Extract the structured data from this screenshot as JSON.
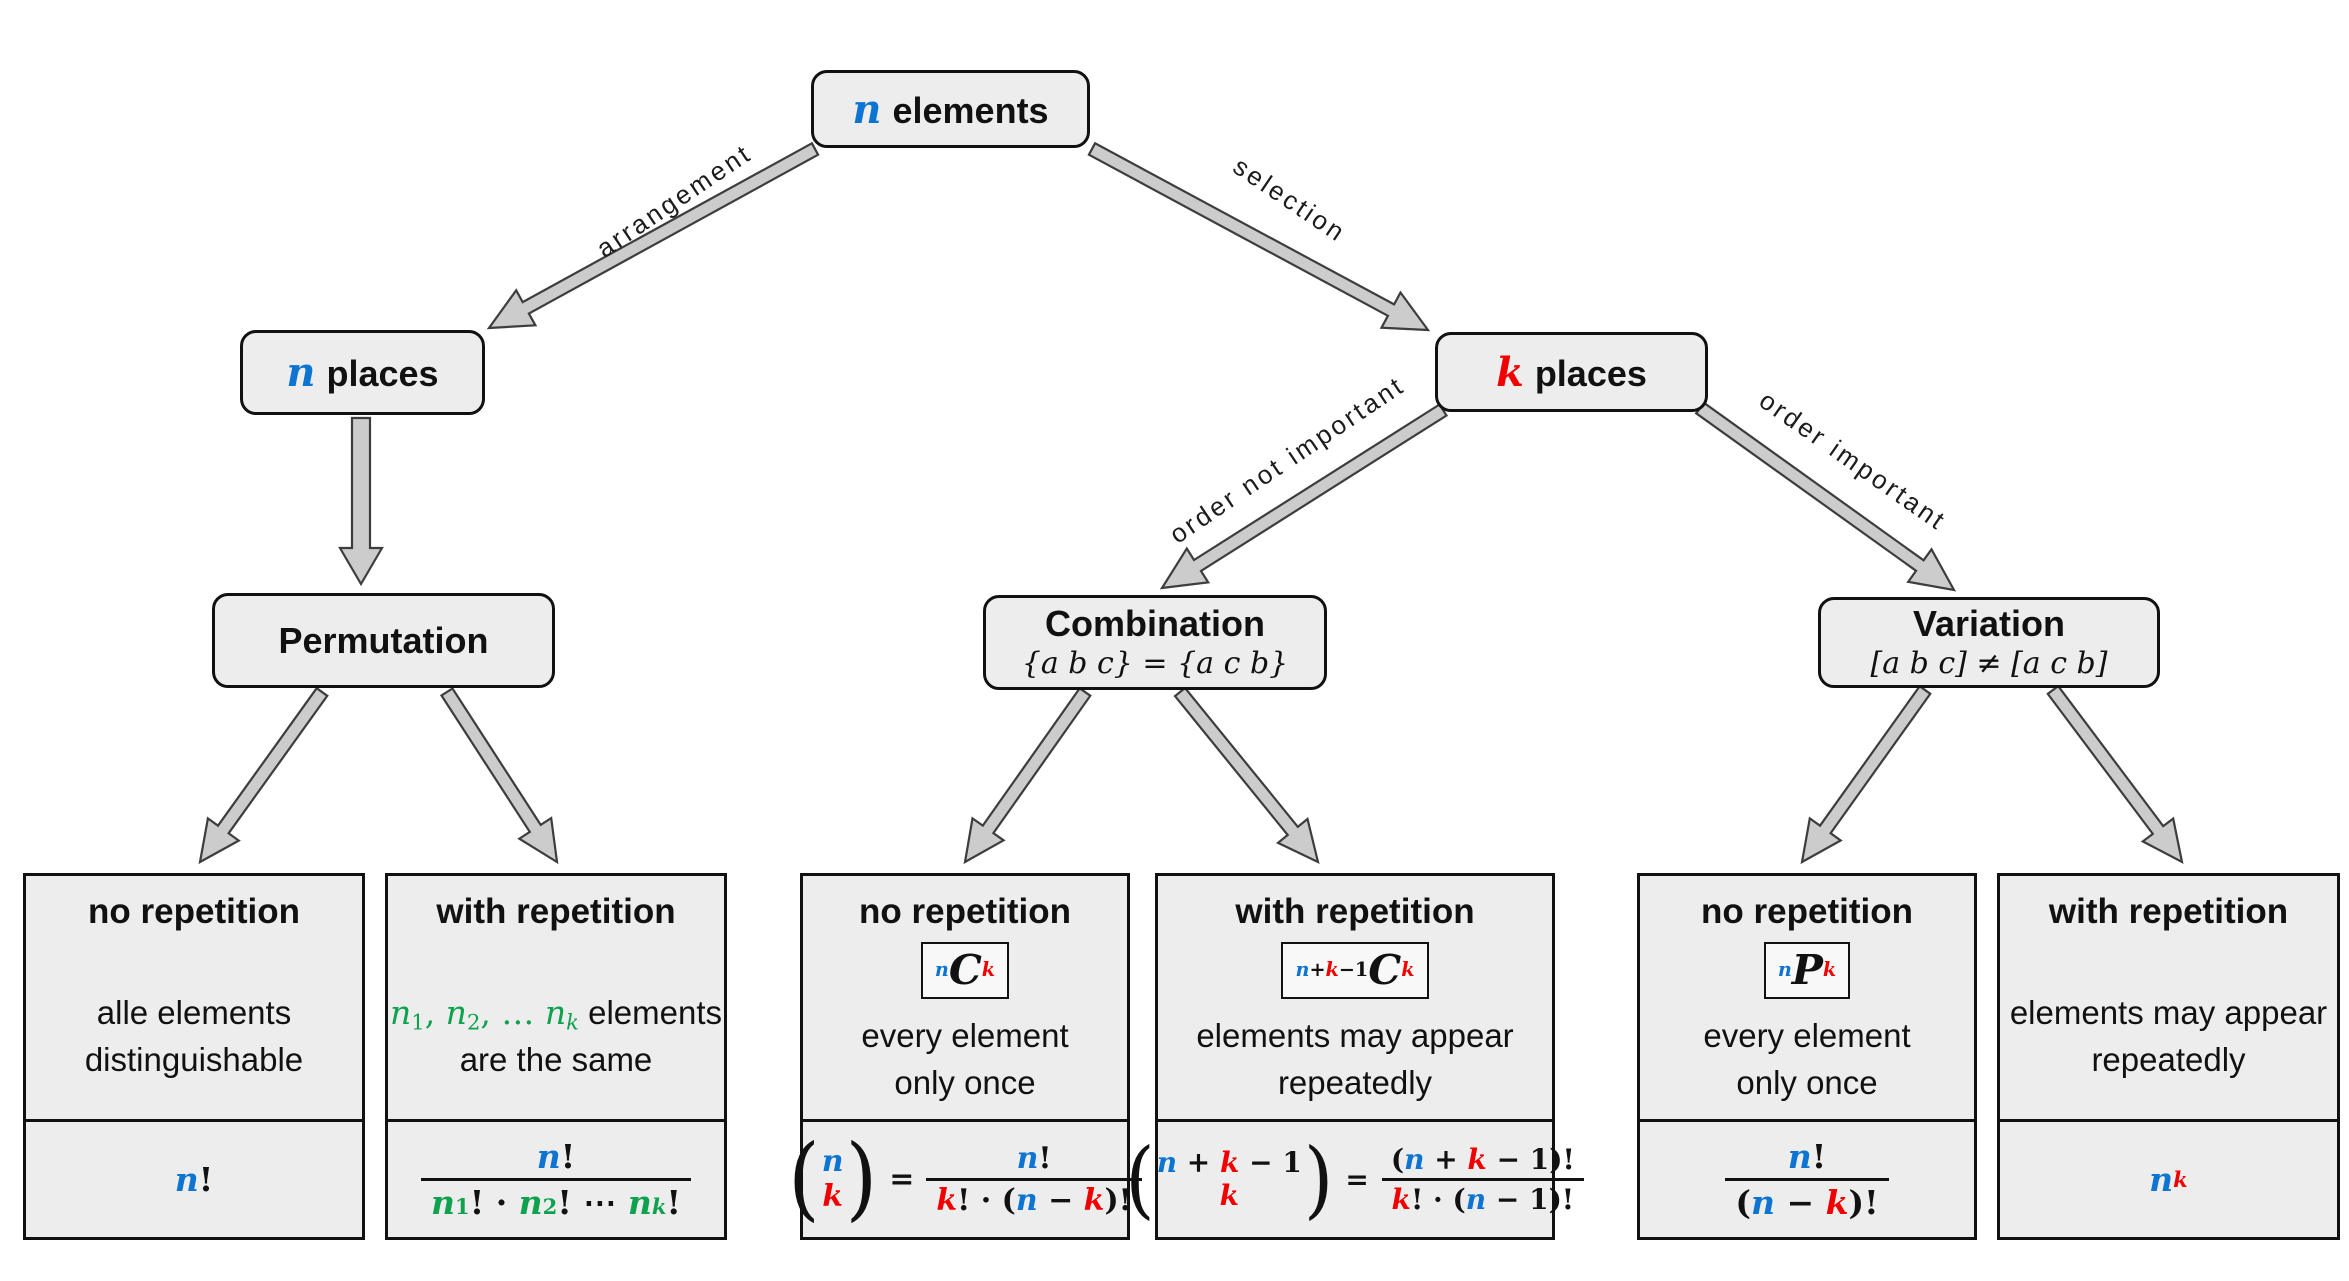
{
  "palette": {
    "blue": "#0d74d1",
    "red": "#f20000",
    "green": "#0ea24f",
    "node_fill": "#ededed",
    "node_border": "#111111",
    "arrow_fill": "#cccccc",
    "arrow_stroke": "#3d3d3d",
    "text": "#111111"
  },
  "nodes": {
    "root": {
      "var": "n",
      "label": "elements"
    },
    "places_n": {
      "var": "n",
      "label": "places"
    },
    "places_k": {
      "var": "k",
      "label": "places"
    },
    "permutation": {
      "title": "Permutation"
    },
    "combination": {
      "title": "Combination",
      "subtitle": "{a b c} = {a c b}"
    },
    "variation": {
      "title": "Variation",
      "subtitle": "[a b c] ≠ [a c b]"
    }
  },
  "edges": {
    "arrangement": "arrangement",
    "selection": "selection",
    "order_not_important": "order not important",
    "order_important": "order important"
  },
  "cards": [
    {
      "title": "no repetition",
      "body": [
        [
          {
            "t": "alle elements",
            "f": "sans"
          }
        ],
        [
          {
            "t": "distinguishable",
            "f": "sans"
          }
        ]
      ],
      "formula": [
        {
          "k": "t",
          "t": "n",
          "c": "blue"
        },
        {
          "k": "t",
          "t": "!",
          "up": true
        }
      ]
    },
    {
      "title": "with repetition",
      "body": [
        [
          {
            "t": "n",
            "c": "green"
          },
          {
            "t": "1",
            "c": "green",
            "sub": true,
            "up": true
          },
          {
            "t": ", ",
            "c": "green",
            "up": true
          },
          {
            "t": "n",
            "c": "green"
          },
          {
            "t": "2",
            "c": "green",
            "sub": true,
            "up": true
          },
          {
            "t": ", … ",
            "c": "green",
            "up": true
          },
          {
            "t": "n",
            "c": "green"
          },
          {
            "t": "k",
            "c": "green",
            "sub": true
          },
          {
            "t": " elements",
            "f": "sans"
          }
        ],
        [
          {
            "t": "are the same",
            "f": "sans"
          }
        ]
      ],
      "formula": [
        {
          "k": "frac",
          "num": [
            {
              "t": "n",
              "c": "blue"
            },
            {
              "t": "!",
              "up": true
            }
          ],
          "den": [
            {
              "t": "n",
              "c": "green"
            },
            {
              "t": "1",
              "c": "green",
              "sub": true,
              "up": true
            },
            {
              "t": "!",
              "up": true
            },
            {
              "t": " · ",
              "up": true
            },
            {
              "t": "n",
              "c": "green"
            },
            {
              "t": "2",
              "c": "green",
              "sub": true,
              "up": true
            },
            {
              "t": "!",
              "up": true
            },
            {
              "t": " ⋯ ",
              "up": true
            },
            {
              "t": "n",
              "c": "green"
            },
            {
              "t": "k",
              "c": "green",
              "sub": true
            },
            {
              "t": "!",
              "up": true
            }
          ]
        }
      ]
    },
    {
      "title": "no repetition",
      "badge": [
        {
          "t": "n",
          "c": "blue",
          "sub": true
        },
        {
          "t": "C",
          "big": true
        },
        {
          "t": "k",
          "c": "red",
          "sub": true
        }
      ],
      "body": [
        [
          {
            "t": "every element",
            "f": "sans"
          }
        ],
        [
          {
            "t": "only once",
            "f": "sans"
          }
        ]
      ],
      "formula": [
        {
          "k": "binom",
          "top": [
            {
              "t": "n",
              "c": "blue"
            }
          ],
          "bot": [
            {
              "t": "k",
              "c": "red"
            }
          ]
        },
        {
          "k": "t",
          "t": "=",
          "up": true,
          "pad": true
        },
        {
          "k": "frac",
          "num": [
            {
              "t": "n",
              "c": "blue"
            },
            {
              "t": "!",
              "up": true
            }
          ],
          "den": [
            {
              "t": "k",
              "c": "red"
            },
            {
              "t": "! · (",
              "up": true
            },
            {
              "t": "n",
              "c": "blue"
            },
            {
              "t": " − ",
              "up": true
            },
            {
              "t": "k",
              "c": "red"
            },
            {
              "t": ")!",
              "up": true
            }
          ]
        }
      ]
    },
    {
      "title": "with repetition",
      "badge": [
        {
          "t": "n",
          "c": "blue",
          "sub": true
        },
        {
          "t": "+",
          "sub": true,
          "up": true
        },
        {
          "t": "k",
          "c": "red",
          "sub": true
        },
        {
          "t": "−1",
          "sub": true,
          "up": true
        },
        {
          "t": "C",
          "big": true
        },
        {
          "t": "k",
          "c": "red",
          "sub": true
        }
      ],
      "body": [
        [
          {
            "t": "elements may appear",
            "f": "sans"
          }
        ],
        [
          {
            "t": "repeatedly",
            "f": "sans"
          }
        ]
      ],
      "formula": [
        {
          "k": "binom",
          "top": [
            {
              "t": "n",
              "c": "blue"
            },
            {
              "t": " + ",
              "up": true
            },
            {
              "t": "k",
              "c": "red"
            },
            {
              "t": " − 1",
              "up": true
            }
          ],
          "bot": [
            {
              "t": "k",
              "c": "red"
            }
          ]
        },
        {
          "k": "t",
          "t": "=",
          "up": true,
          "pad": true
        },
        {
          "k": "frac",
          "num": [
            {
              "t": "(",
              "up": true
            },
            {
              "t": "n",
              "c": "blue"
            },
            {
              "t": " + ",
              "up": true
            },
            {
              "t": "k",
              "c": "red"
            },
            {
              "t": " − 1",
              "up": true
            },
            {
              "t": ")!",
              "up": true
            }
          ],
          "den": [
            {
              "t": "k",
              "c": "red"
            },
            {
              "t": "! · (",
              "up": true
            },
            {
              "t": "n",
              "c": "blue"
            },
            {
              "t": " − 1",
              "up": true
            },
            {
              "t": ")!",
              "up": true
            }
          ]
        }
      ]
    },
    {
      "title": "no repetition",
      "badge": [
        {
          "t": "n",
          "c": "blue",
          "sub": true
        },
        {
          "t": "P",
          "big": true
        },
        {
          "t": "k",
          "c": "red",
          "sub": true
        }
      ],
      "body": [
        [
          {
            "t": "every element",
            "f": "sans"
          }
        ],
        [
          {
            "t": "only once",
            "f": "sans"
          }
        ]
      ],
      "formula": [
        {
          "k": "frac",
          "num": [
            {
              "t": "n",
              "c": "blue"
            },
            {
              "t": "!",
              "up": true
            }
          ],
          "den": [
            {
              "t": "(",
              "up": true
            },
            {
              "t": "n",
              "c": "blue"
            },
            {
              "t": " − ",
              "up": true
            },
            {
              "t": "k",
              "c": "red"
            },
            {
              "t": ")!",
              "up": true
            }
          ]
        }
      ]
    },
    {
      "title": "with repetition",
      "body": [
        [
          {
            "t": "elements may appear",
            "f": "sans"
          }
        ],
        [
          {
            "t": "repeatedly",
            "f": "sans"
          }
        ]
      ],
      "formula": [
        {
          "k": "t",
          "t": "n",
          "c": "blue"
        },
        {
          "k": "t",
          "t": "k",
          "c": "red",
          "sup": true
        }
      ]
    }
  ]
}
